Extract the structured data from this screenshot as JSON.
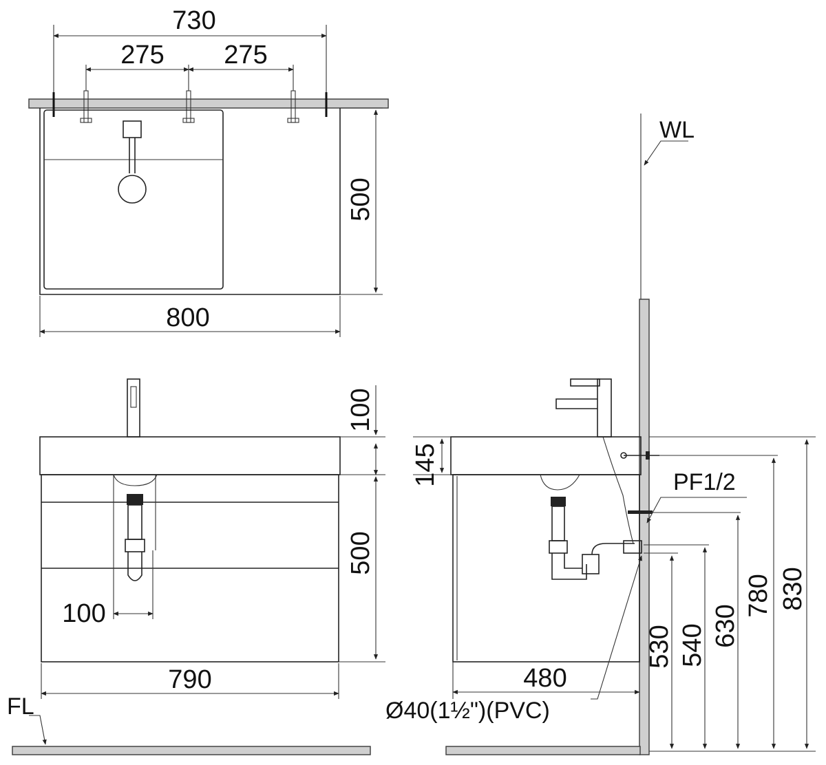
{
  "plan_view": {
    "dim_total_width": "730",
    "dim_hole_spacing_left": "275",
    "dim_hole_spacing_right": "275",
    "dim_depth": "500",
    "dim_cabinet_width": "800"
  },
  "front_view": {
    "dim_faucet_height": "100",
    "dim_cabinet_height": "500",
    "dim_drain_offset": "100",
    "dim_cabinet_width": "790",
    "floor_label": "FL"
  },
  "side_view": {
    "wall_label": "WL",
    "dim_basin_thickness": "145",
    "supply_label": "PF1/2",
    "dim_cabinet_depth": "480",
    "drain_label": "Ø40(1½\")(PVC)",
    "height_530": "530",
    "height_540": "540",
    "height_630": "630",
    "height_780": "780",
    "height_830": "830"
  }
}
